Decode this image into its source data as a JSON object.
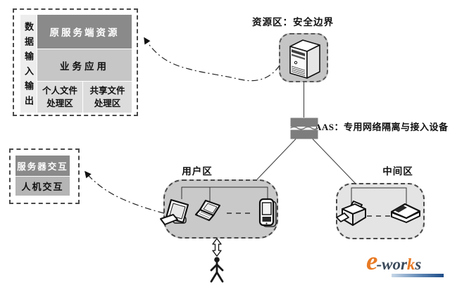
{
  "labels": {
    "resource_zone": "资源区：安全边界",
    "aas": "AAS：专用网络隔离与接入设备",
    "user_zone": "用户区",
    "middle_zone": "中间区"
  },
  "data_io_panel": {
    "side": "数据输入输出",
    "row_server_resource": "原服务端资源",
    "row_business_app": "业务应用",
    "cell_personal_line1": "个人文件",
    "cell_personal_line2": "处理区",
    "cell_shared_line1": "共享文件",
    "cell_shared_line2": "处理区"
  },
  "interaction_panel": {
    "row_server": "服务器交互",
    "row_human": "人机交互"
  },
  "logo": {
    "e": "e",
    "wor": "-wor",
    "k": "k",
    "s": "s"
  },
  "colors": {
    "row_dark": "#8a8a8a",
    "row_mid": "#c6c6c6",
    "row_light": "#dcdcdc",
    "strip": "#ededed",
    "user_zone_fill": "#c9c9c9",
    "middle_zone_fill": "#e4e4e4",
    "resource_zone_fill": "#c5c5c5",
    "aas_device": "#7d7d7d",
    "logo_orange": "#e87a24",
    "logo_dark": "#3b4a5a"
  }
}
